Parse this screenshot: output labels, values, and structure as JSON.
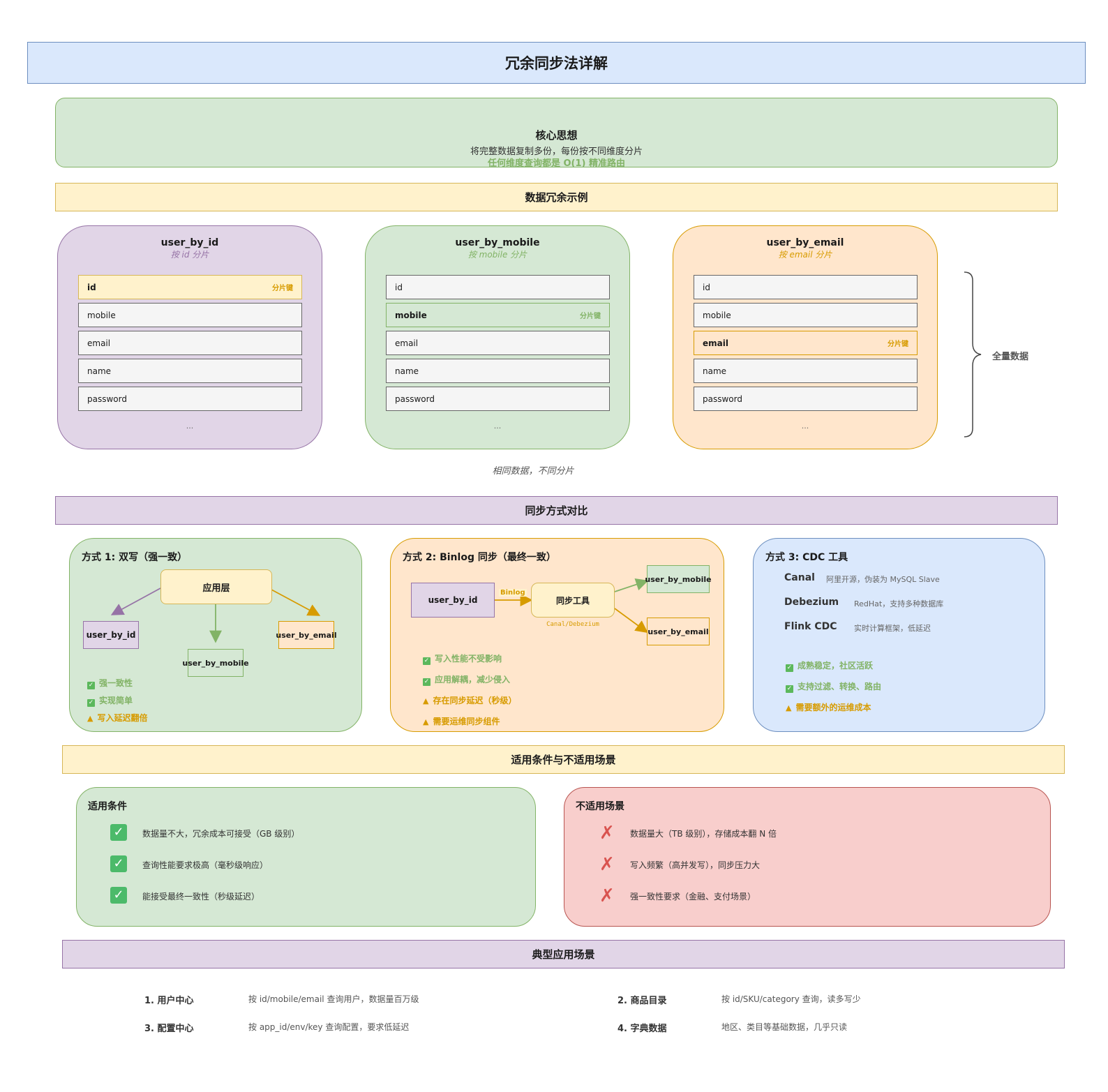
{
  "title": "冗余同步法详解",
  "core": {
    "title": "核心思想",
    "subtitle": "将完整数据复制多份，每份按不同维度分片",
    "emphasis": "任何维度查询都是 O(1) 精准路由"
  },
  "redundancy_section": {
    "header": "数据冗余示例",
    "shard_key_label": "分片键",
    "ellipsis": "...",
    "tables": [
      {
        "name": "user_by_id",
        "subtitle": "按 id 分片",
        "fields": [
          "id",
          "mobile",
          "email",
          "name",
          "password"
        ],
        "key_index": 0,
        "subtitle_color": "#9673a6"
      },
      {
        "name": "user_by_mobile",
        "subtitle": "按 mobile 分片",
        "fields": [
          "id",
          "mobile",
          "email",
          "name",
          "password"
        ],
        "key_index": 1,
        "subtitle_color": "#82b366"
      },
      {
        "name": "user_by_email",
        "subtitle": "按 email 分片",
        "fields": [
          "id",
          "mobile",
          "email",
          "name",
          "password"
        ],
        "key_index": 2,
        "subtitle_color": "#d79b00"
      }
    ],
    "brace_label": "全量数据",
    "caption": "相同数据，不同分片"
  },
  "sync_section": {
    "header": "同步方式对比",
    "method1": {
      "title": "方式 1: 双写（强一致）",
      "app_node": "应用层",
      "targets": [
        "user_by_id",
        "user_by_mobile",
        "user_by_email"
      ],
      "notes": [
        {
          "type": "ok",
          "text": "强一致性"
        },
        {
          "type": "ok",
          "text": "实现简单"
        },
        {
          "type": "warn",
          "text": "写入延迟翻倍"
        }
      ]
    },
    "method2": {
      "title": "方式 2: Binlog 同步（最终一致）",
      "source": "user_by_id",
      "edge_label": "Binlog",
      "tool": "同步工具",
      "tool_caption": "Canal/Debezium",
      "targets": [
        "user_by_mobile",
        "user_by_email"
      ],
      "notes": [
        {
          "type": "ok",
          "text": "写入性能不受影响"
        },
        {
          "type": "ok",
          "text": "应用解耦，减少侵入"
        },
        {
          "type": "warn",
          "text": "存在同步延迟（秒级）"
        },
        {
          "type": "warn",
          "text": "需要运维同步组件"
        }
      ]
    },
    "method3": {
      "title": "方式 3: CDC 工具",
      "tools": [
        {
          "name": "Canal",
          "desc": "阿里开源，伪装为 MySQL Slave"
        },
        {
          "name": "Debezium",
          "desc": "RedHat，支持多种数据库"
        },
        {
          "name": "Flink CDC",
          "desc": "实时计算框架，低延迟"
        }
      ],
      "notes": [
        {
          "type": "ok",
          "text": "成熟稳定，社区活跃"
        },
        {
          "type": "ok",
          "text": "支持过滤、转换、路由"
        },
        {
          "type": "warn",
          "text": "需要额外的运维成本"
        }
      ]
    }
  },
  "conditions_section": {
    "header": "适用条件与不适用场景",
    "applicable": {
      "title": "适用条件",
      "items": [
        "数据量不大，冗余成本可接受（GB 级别）",
        "查询性能要求极高（毫秒级响应）",
        "能接受最终一致性（秒级延迟）"
      ]
    },
    "not_applicable": {
      "title": "不适用场景",
      "items": [
        "数据量大（TB 级别），存储成本翻 N 倍",
        "写入频繁（高并发写），同步压力大",
        "强一致性要求（金融、支付场景）"
      ]
    }
  },
  "scenarios_section": {
    "header": "典型应用场景",
    "items": [
      {
        "name": "1. 用户中心",
        "desc": "按 id/mobile/email 查询用户，数据量百万级"
      },
      {
        "name": "2. 商品目录",
        "desc": "按 id/SKU/category 查询，读多写少"
      },
      {
        "name": "3. 配置中心",
        "desc": "按 app_id/env/key 查询配置，要求低延迟"
      },
      {
        "name": "4. 字典数据",
        "desc": "地区、类目等基础数据，几乎只读"
      }
    ]
  },
  "colors": {
    "blue_fill": "#dae8fc",
    "green_fill": "#d5e8d4",
    "yellow_fill": "#fff2cc",
    "purple_fill": "#e1d5e7",
    "orange_fill": "#ffe6cc",
    "red_fill": "#f8cecc",
    "ok_text": "#82b366",
    "warn_text": "#d79b00"
  }
}
